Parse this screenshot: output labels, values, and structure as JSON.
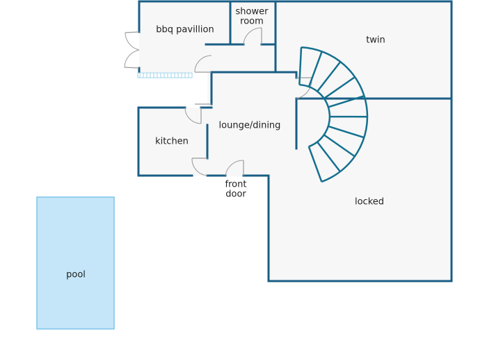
{
  "colors": {
    "wall": "#1a5e85",
    "floor": "#f7f7f7",
    "pool_fill": "#c5e6f8",
    "pool_stroke": "#7cc4ea",
    "door": "#9a9a9a",
    "text": "#1f1f1f",
    "stair": "#14708f",
    "window": "#9fd3ea"
  },
  "rooms": {
    "bbq": {
      "label": "bbq pavillion"
    },
    "shower": {
      "line1": "shower",
      "line2": "room"
    },
    "twin": {
      "label": "twin"
    },
    "lounge": {
      "label": "lounge/dining"
    },
    "kitchen": {
      "label": "kitchen"
    },
    "locked": {
      "label": "locked"
    },
    "pool": {
      "label": "pool"
    }
  },
  "entrance": {
    "line1": "front",
    "line2": "door"
  }
}
